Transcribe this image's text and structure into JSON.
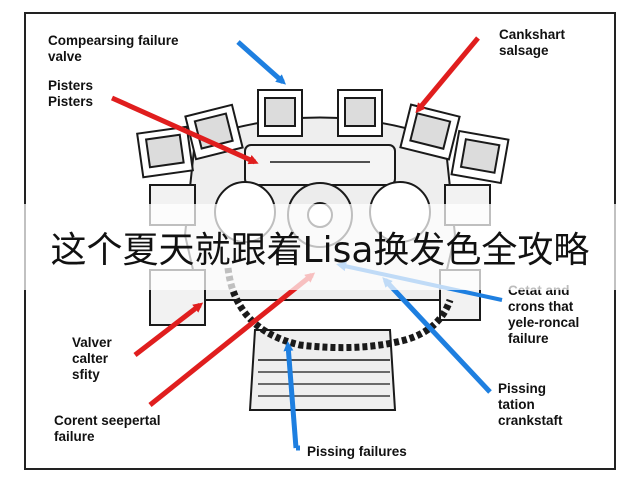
{
  "labels": {
    "compressing_valve": "Compearsing failure\nvalve",
    "pisters": "Pisters\nPisters",
    "crankshaft": "Cankshart\nsalsage",
    "cetat": "Cetat and\ncrons that\nyele-roncal\nfailure",
    "valver": "Valver\ncalter\nsfity",
    "pissing_tation": "Pissing\ntation\ncrankstaft",
    "corent": "Corent seepertal\nfailure",
    "pissing_failures": "Pissing failures"
  },
  "caption": "这个夏天就跟着Lisa换发色全攻略",
  "colors": {
    "red_arrow": "#e01e1e",
    "blue_arrow": "#1e7fe0",
    "line": "#1a1a1a"
  }
}
